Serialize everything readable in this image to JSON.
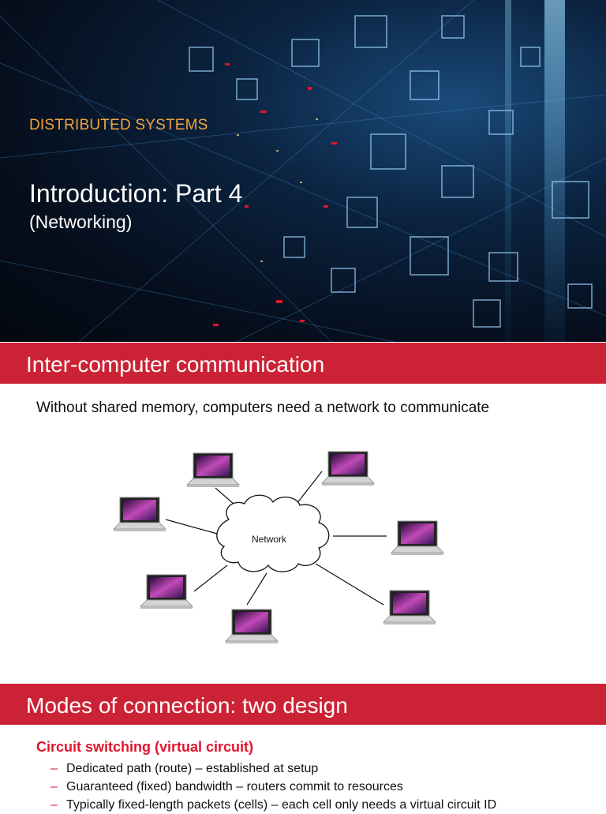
{
  "title_slide": {
    "course": "DISTRIBUTED SYSTEMS",
    "title": "Introduction: Part 4",
    "subtitle": "(Networking)"
  },
  "slide2": {
    "heading": "Inter-computer communication",
    "lead": "Without shared memory, computers need a network to communicate",
    "diagram": {
      "center_label": "Network"
    }
  },
  "slide3": {
    "heading": "Modes of connection: two design",
    "subheading": "Circuit switching (virtual circuit)",
    "bullets": [
      "Dedicated path (route) – established at setup",
      "Guaranteed (fixed) bandwidth – routers commit to resources",
      "Typically fixed-length packets (cells) – each cell only needs a virtual circuit ID"
    ]
  },
  "colors": {
    "accent_red": "#cc2235",
    "course_orange": "#f2a33a"
  }
}
